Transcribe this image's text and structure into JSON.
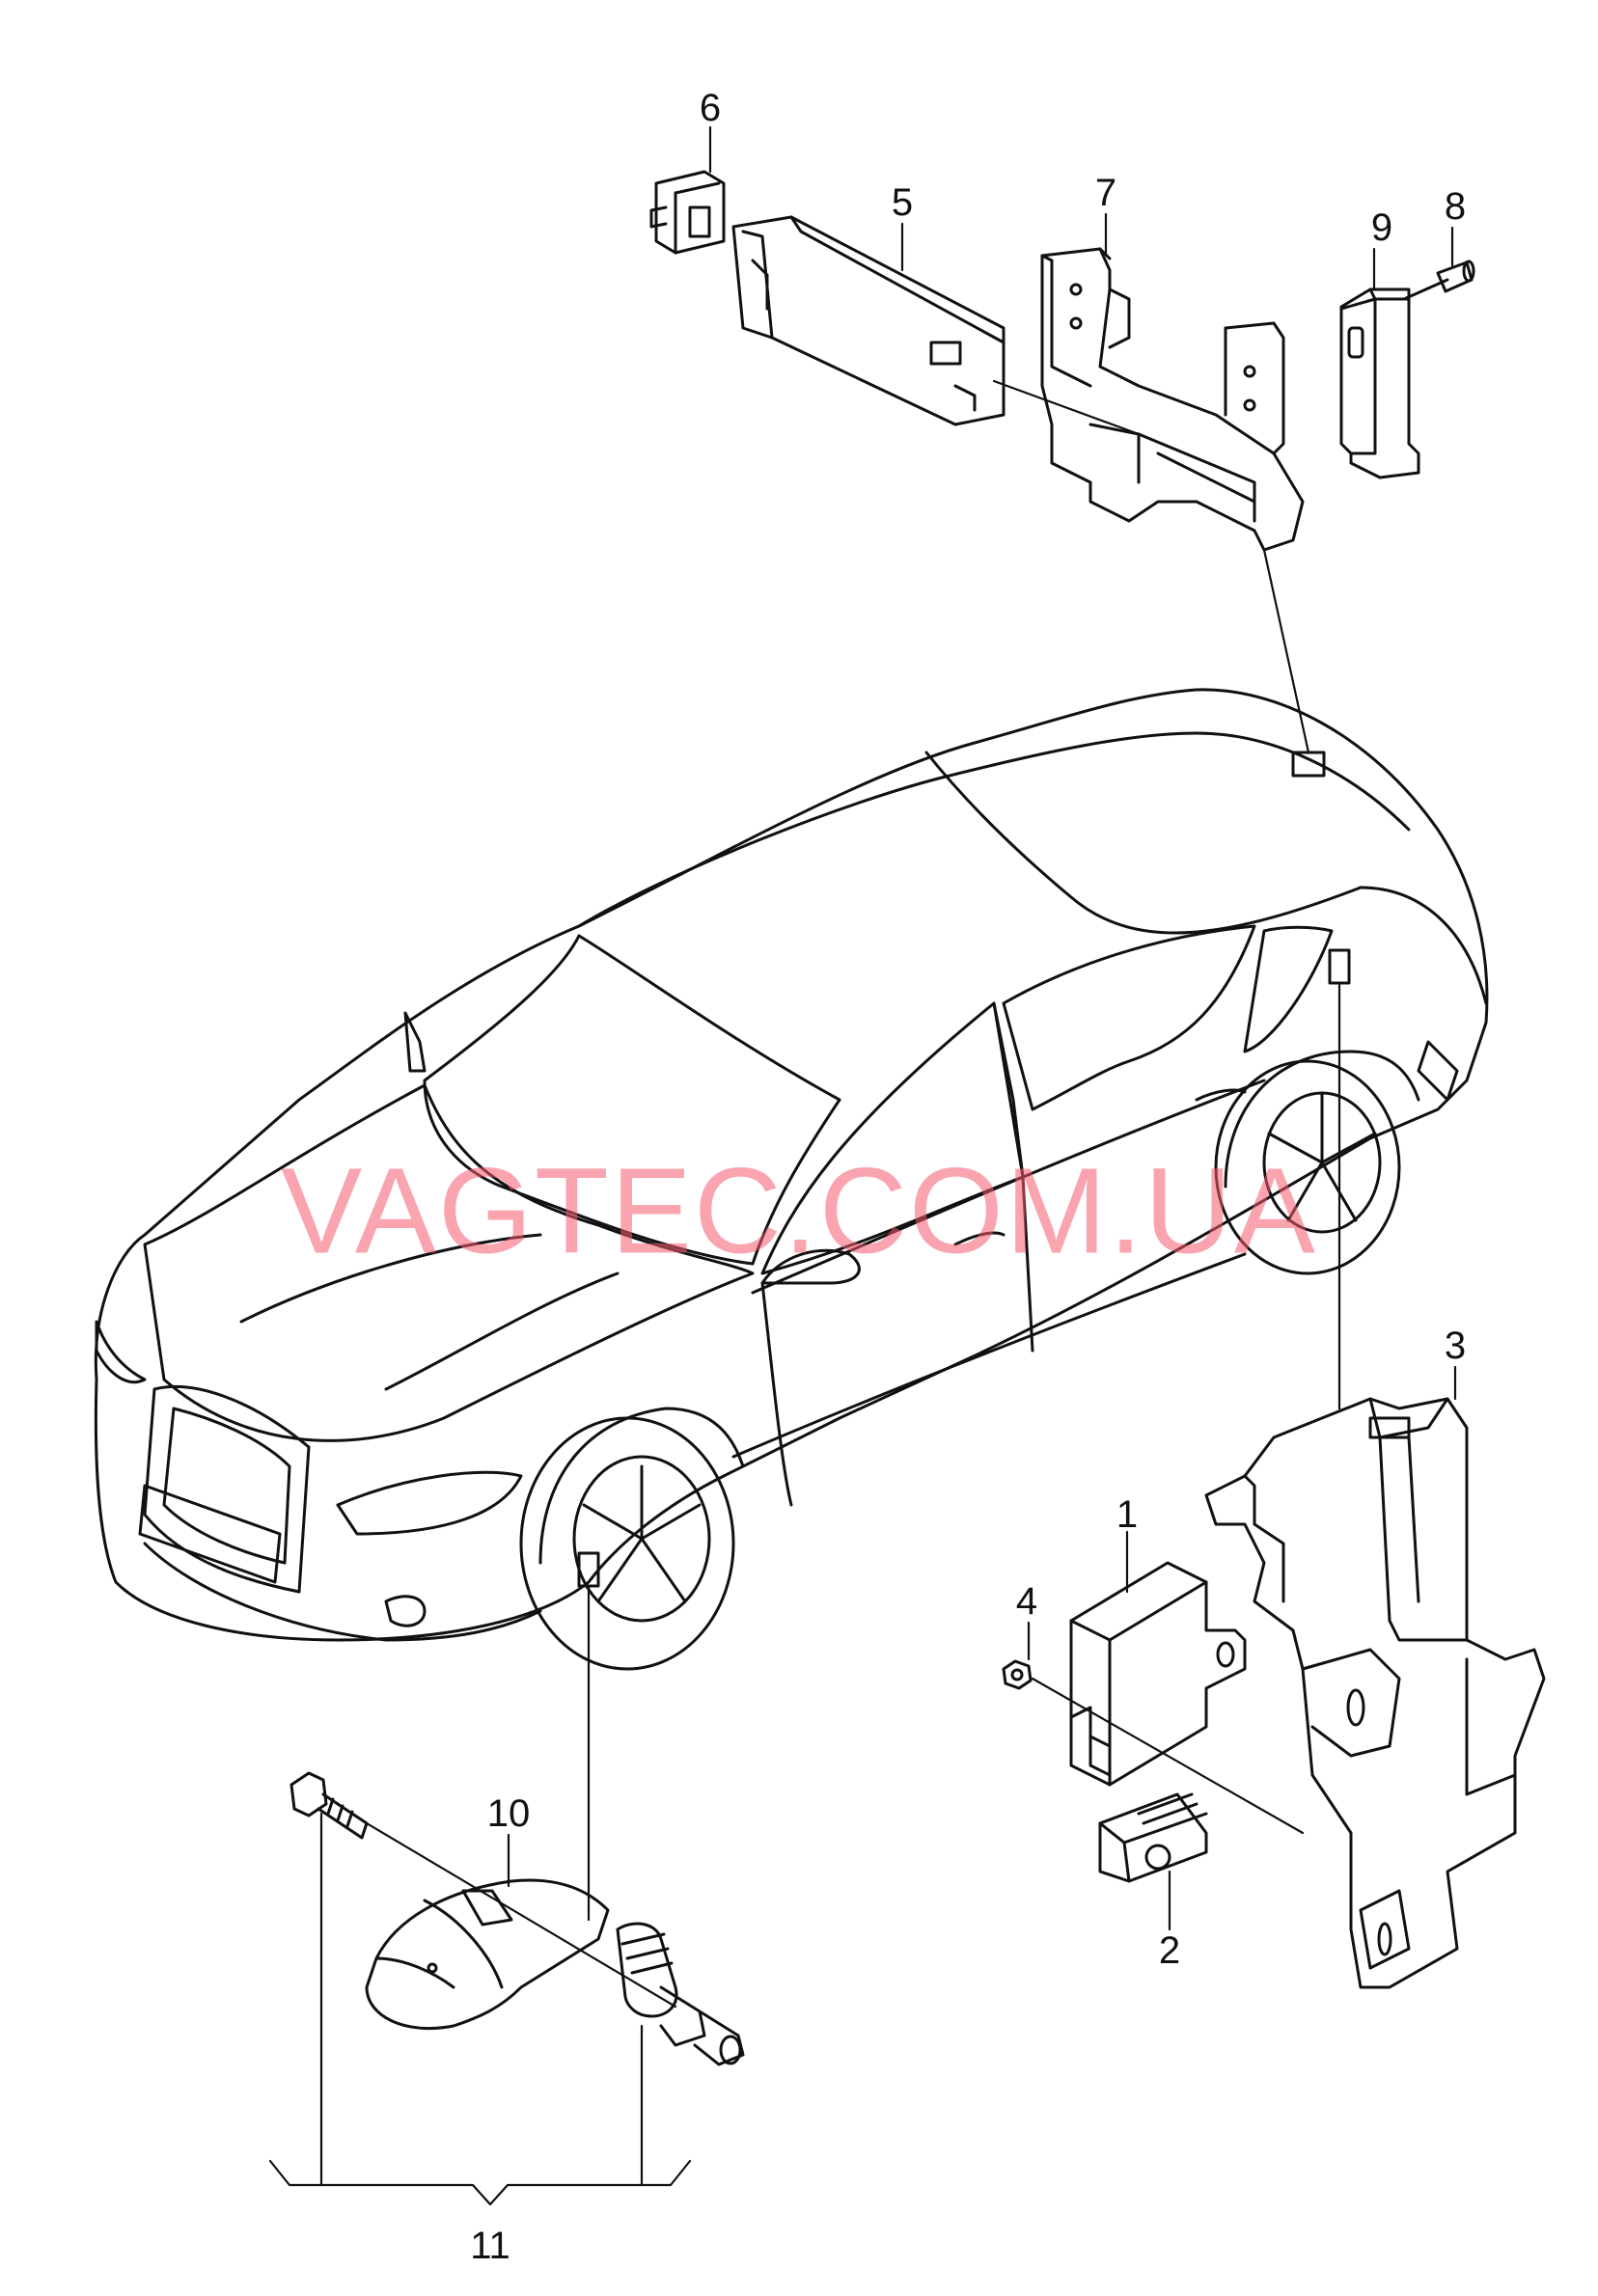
{
  "diagram": {
    "callouts": [
      {
        "id": "c1",
        "label": "1"
      },
      {
        "id": "c2",
        "label": "2"
      },
      {
        "id": "c3",
        "label": "3"
      },
      {
        "id": "c4",
        "label": "4"
      },
      {
        "id": "c5",
        "label": "5"
      },
      {
        "id": "c6",
        "label": "6"
      },
      {
        "id": "c7",
        "label": "7"
      },
      {
        "id": "c8",
        "label": "8"
      },
      {
        "id": "c9",
        "label": "9"
      },
      {
        "id": "c10",
        "label": "10"
      },
      {
        "id": "c11",
        "label": "11"
      }
    ],
    "watermark": "VAGTEC.COM.UA",
    "line_color": "#111111",
    "watermark_color": "#f45a6e"
  }
}
